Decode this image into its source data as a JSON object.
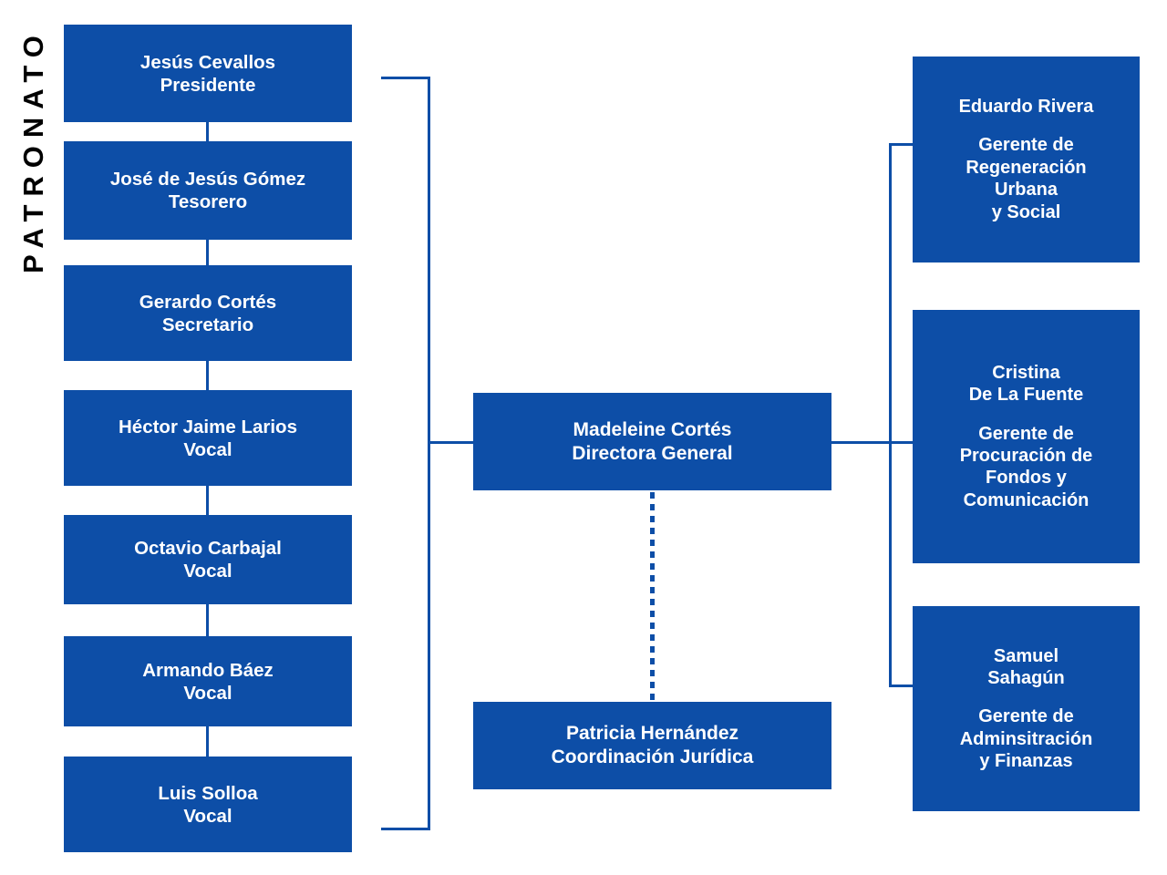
{
  "diagram": {
    "title_side_label": "PATRONATO",
    "accent_color": "#0d4ea7",
    "background_color": "#ffffff",
    "text_color": "#ffffff"
  },
  "board": {
    "members": [
      {
        "name": "Jesús Cevallos",
        "role": "Presidente"
      },
      {
        "name": "José de Jesús Gómez",
        "role": "Tesorero"
      },
      {
        "name": "Gerardo Cortés",
        "role": "Secretario"
      },
      {
        "name": "Héctor Jaime Larios",
        "role": "Vocal"
      },
      {
        "name": "Octavio Carbajal",
        "role": "Vocal"
      },
      {
        "name": "Armando Báez",
        "role": "Vocal"
      },
      {
        "name": "Luis Solloa",
        "role": "Vocal"
      }
    ]
  },
  "director": {
    "name": "Madeleine Cortés",
    "role": "Directora General"
  },
  "legal": {
    "name": "Patricia Hernández",
    "role": "Coordinación Jurídica"
  },
  "managers": [
    {
      "name_line1": "Eduardo Rivera",
      "name_line2": "",
      "role_line1": "Gerente de",
      "role_line2": "Regeneración",
      "role_line3": "Urbana",
      "role_line4": "y Social"
    },
    {
      "name_line1": "Cristina",
      "name_line2": "De La Fuente",
      "role_line1": "Gerente de",
      "role_line2": "Procuración de",
      "role_line3": "Fondos y",
      "role_line4": "Comunicación"
    },
    {
      "name_line1": "Samuel",
      "name_line2": "Sahagún",
      "role_line1": "Gerente de",
      "role_line2": "Adminsitración",
      "role_line3": "y Finanzas",
      "role_line4": ""
    }
  ]
}
